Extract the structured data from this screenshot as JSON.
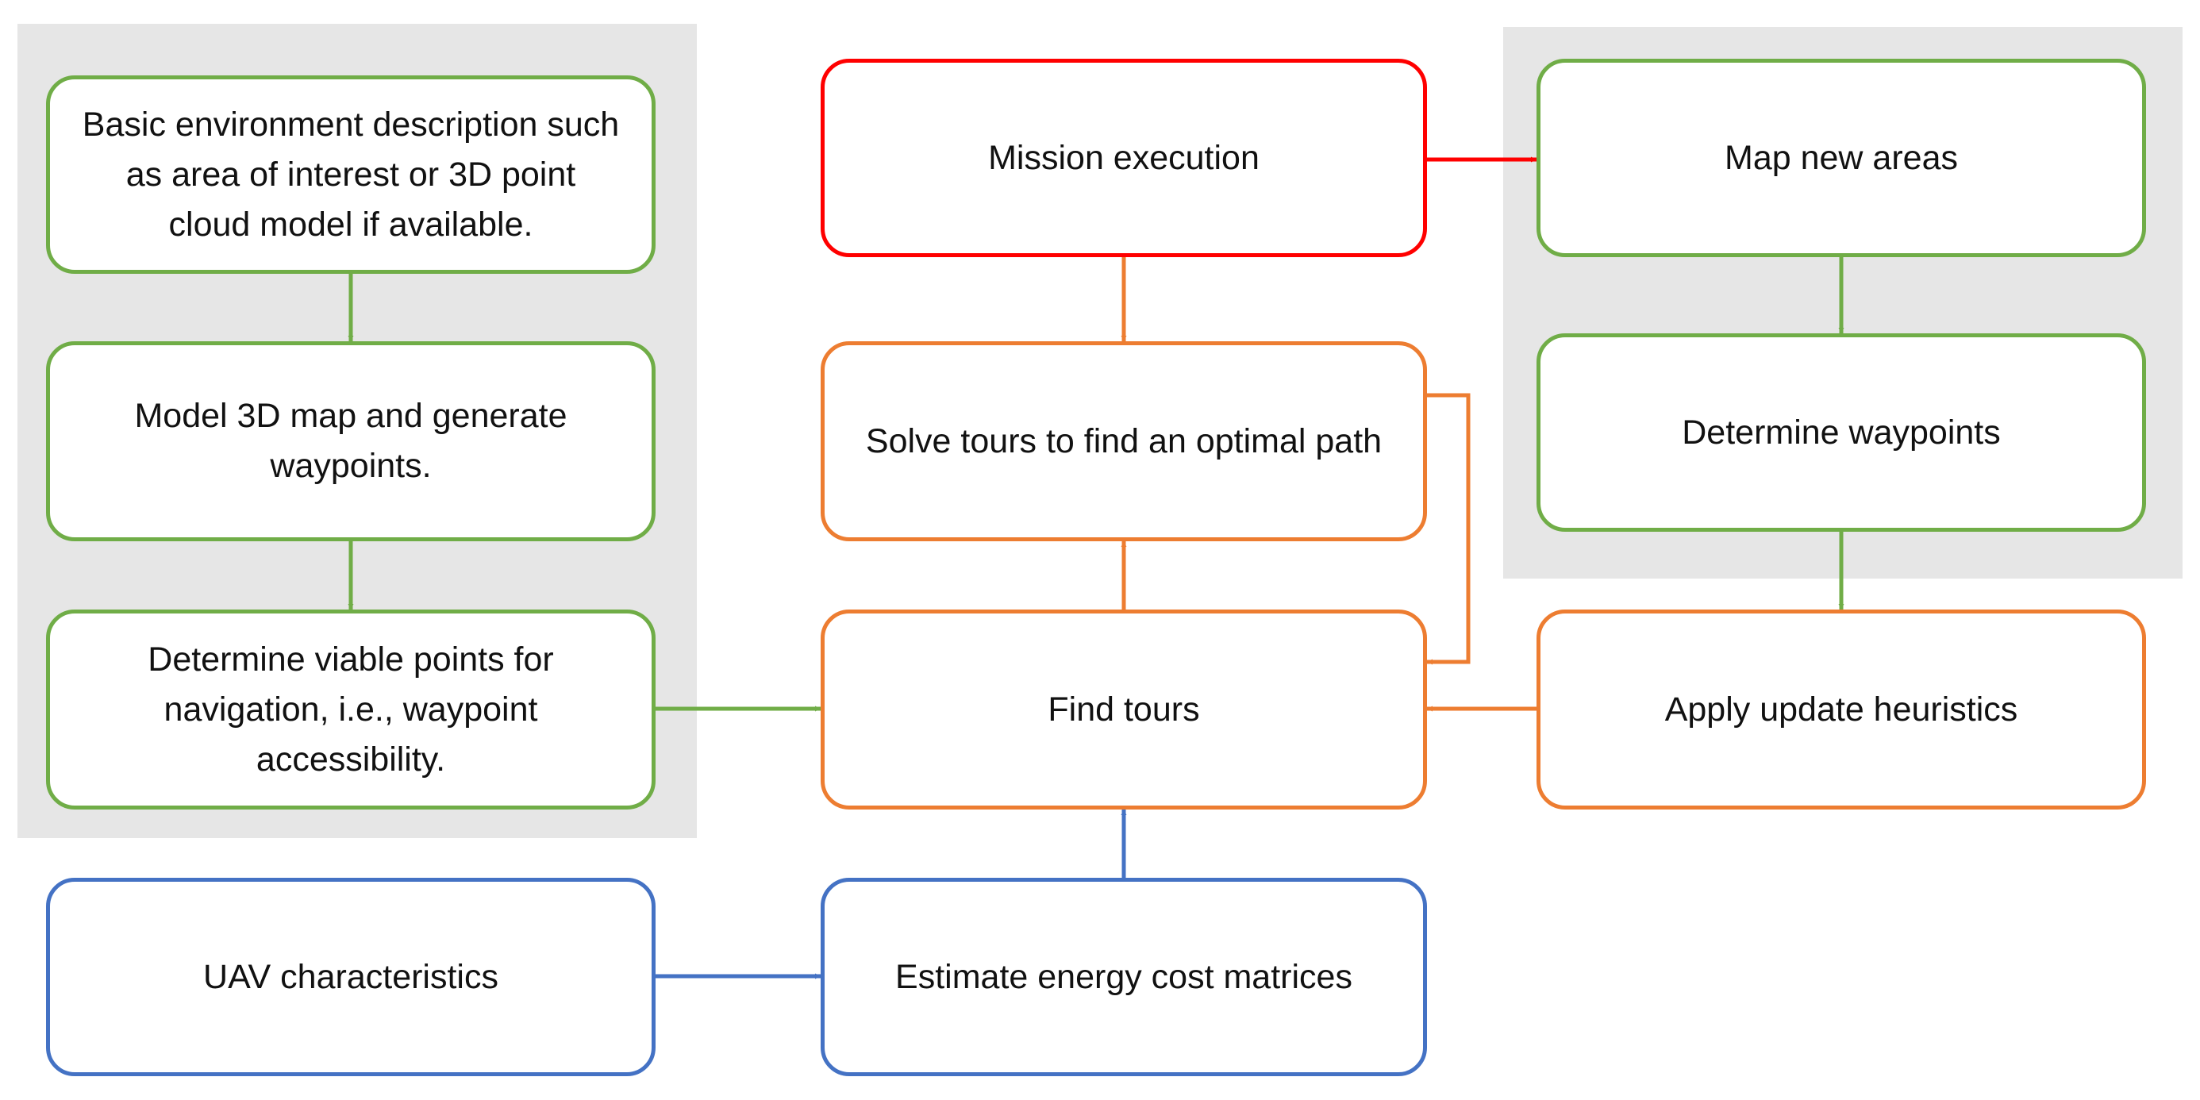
{
  "colors": {
    "green": "#70ad47",
    "orange": "#ed7d31",
    "red": "#ff0000",
    "blue": "#4472c4",
    "panel": "#e6e6e6",
    "text": "#111111"
  },
  "nodes": {
    "env_description": {
      "label": "Basic environment description such as area of interest or 3D point cloud model if available.",
      "color": "green"
    },
    "model_3d_map": {
      "label": "Model 3D map and generate waypoints.",
      "color": "green"
    },
    "viable_points": {
      "label": "Determine viable points for navigation, i.e., waypoint accessibility.",
      "color": "green"
    },
    "uav_characteristics": {
      "label": "UAV characteristics",
      "color": "blue"
    },
    "mission_execution": {
      "label": "Mission execution",
      "color": "red"
    },
    "solve_tours": {
      "label": "Solve tours to find an optimal path",
      "color": "orange"
    },
    "find_tours": {
      "label": "Find tours",
      "color": "orange"
    },
    "energy_cost": {
      "label": "Estimate energy cost matrices",
      "color": "blue"
    },
    "map_new_areas": {
      "label": "Map new areas",
      "color": "green"
    },
    "determine_waypoints": {
      "label": "Determine waypoints",
      "color": "green"
    },
    "update_heuristics": {
      "label": "Apply update heuristics",
      "color": "orange"
    }
  },
  "edges": [
    {
      "from": "env_description",
      "to": "model_3d_map",
      "color": "green"
    },
    {
      "from": "model_3d_map",
      "to": "viable_points",
      "color": "green"
    },
    {
      "from": "viable_points",
      "to": "find_tours",
      "color": "green"
    },
    {
      "from": "uav_characteristics",
      "to": "energy_cost",
      "color": "blue"
    },
    {
      "from": "energy_cost",
      "to": "find_tours",
      "color": "blue"
    },
    {
      "from": "find_tours",
      "to": "solve_tours",
      "color": "orange"
    },
    {
      "from": "solve_tours",
      "to": "find_tours",
      "color": "orange"
    },
    {
      "from": "mission_execution",
      "to": "solve_tours",
      "color": "orange"
    },
    {
      "from": "mission_execution",
      "to": "map_new_areas",
      "color": "red"
    },
    {
      "from": "map_new_areas",
      "to": "determine_waypoints",
      "color": "green"
    },
    {
      "from": "determine_waypoints",
      "to": "update_heuristics",
      "color": "green"
    },
    {
      "from": "update_heuristics",
      "to": "find_tours",
      "color": "orange"
    }
  ]
}
